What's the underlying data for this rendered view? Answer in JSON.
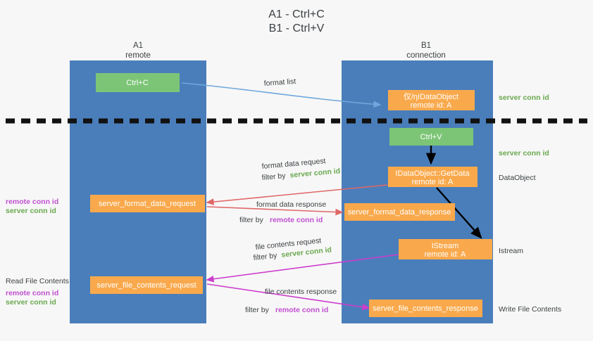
{
  "title": {
    "line1": "A1 - Ctrl+C",
    "line2": "B1 - Ctrl+V"
  },
  "columns": [
    {
      "name": "A1",
      "sub": "remote"
    },
    {
      "name": "B1",
      "sub": "connection"
    }
  ],
  "colors": {
    "lane": "#4a7ebb",
    "green_box": "#7cc576",
    "orange_box": "#f9a94c",
    "green_text": "#6aa84f",
    "magenta_text": "#c050d0",
    "red_arrow": "#e06666",
    "magenta_arrow": "#cc3ecc",
    "blue_arrow": "#6fa8dc",
    "black_arrow": "#000000",
    "background": "#f7f7f7",
    "text": "#3c4043"
  },
  "boxes": {
    "ctrl_c": {
      "label": "Ctrl+C"
    },
    "ctrl_v": {
      "label": "Ctrl+V"
    },
    "idataobject_set": {
      "line1": "仅/ηIDataObject",
      "line2": "remote id: A"
    },
    "idataobject_getdata": {
      "line1": "IDataObject::GetData",
      "line2": "remote id: A"
    },
    "istream": {
      "line1": "IStream",
      "line2": "remote id: A"
    },
    "server_format_data_request": {
      "label": "server_format_data_request"
    },
    "server_format_data_response": {
      "label": "server_format_data_response"
    },
    "server_file_contents_request": {
      "label": "server_file_contents_request"
    },
    "server_file_contents_response": {
      "label": "server_file_contents_response"
    }
  },
  "right_labels": {
    "server_conn_id_top": "server conn id",
    "server_conn_id_second": "server conn id",
    "dataobject": "DataObject",
    "istream": "Istream",
    "write_file_contents": "Write File Contents"
  },
  "left_labels": {
    "remote_conn_id_1": "remote conn id",
    "server_conn_id_1": "server conn id",
    "read_file_contents": "Read File Contents",
    "remote_conn_id_2": "remote conn id",
    "server_conn_id_2": "server conn id"
  },
  "annotations": {
    "format_list": "format list",
    "format_data_request": "format data request",
    "format_data_request_filter_prefix": "filter by",
    "format_data_request_filter_value": "server conn id",
    "format_data_response": "format data response",
    "format_data_response_filter_prefix": "filter by",
    "format_data_response_filter_value": "remote conn id",
    "file_contents_request": "file contents request",
    "file_contents_request_filter_prefix": "filter by",
    "file_contents_request_filter_value": "server conn id",
    "file_contents_response": "file contents response",
    "file_contents_response_filter_prefix": "filter by",
    "file_contents_response_filter_value": "remote conn id"
  }
}
